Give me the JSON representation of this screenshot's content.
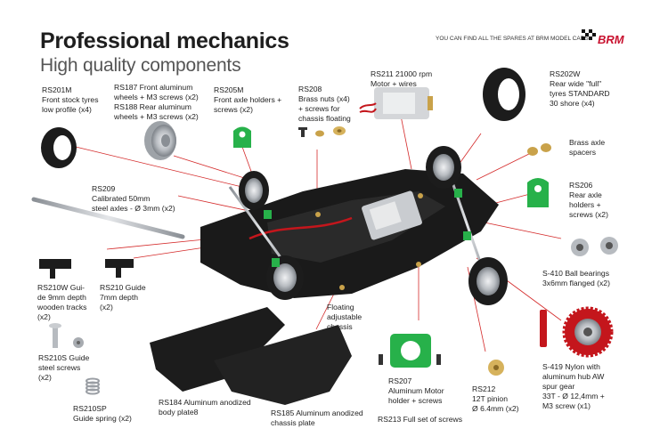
{
  "header": {
    "title": "Professional mechanics",
    "subtitle": "High quality components",
    "top_note": "YOU CAN FIND ALL THE SPARES AT BRM MODEL CARS",
    "logo_text": "BRM"
  },
  "labels": {
    "rs201m": "RS201M\nFront stock tyres\nlow profile (x4)",
    "rs187": "RS187 Front aluminum\nwheels + M3 screws (x2)\nRS188 Rear aluminum\nwheels + M3 screws (x2)",
    "rs205m": "RS205M\nFront axle holders +\nscrews (x2)",
    "rs208": "RS208\nBrass nuts (x4)\n+ screws for\nchassis floating",
    "rs211": "RS211 21000 rpm\nMotor + wires",
    "rs202w": "RS202W\nRear wide \"full\"\ntyres STANDARD\n30 shore (x4)",
    "brass_spacers": "Brass axle\nspacers",
    "rs209": "RS209\nCalibrated 50mm\nsteel axles - Ø 3mm (x2)",
    "rs206": "RS206\nRear axle\nholders +\nscrews (x2)",
    "s410": "S-410 Ball bearings\n3x6mm flanged (x2)",
    "rs210w": "RS210W Gui-\nde 9mm depth\nwooden tracks\n(x2)",
    "rs210": "RS210 Guide\n7mm depth\n(x2)",
    "floating": "Floating\nadjustable\nchassis",
    "rs210s": "RS210S Guide\nsteel screws\n(x2)",
    "s419": "S-419 Nylon with\naluminum hub AW\nspur gear\n33T - Ø 12,4mm +\nM3 screw (x1)",
    "rs207": "RS207\nAluminum Motor\nholder + screws",
    "rs212": "RS212\n12T pinion\nØ 6.4mm (x2)",
    "rs210sp": "RS210SP\nGuide spring (x2)",
    "rs184": "RS184 Aluminum anodized\nbody plate8",
    "rs185": "RS185 Aluminum anodized\nchassis plate",
    "rs213": "RS213 Full set of screws"
  },
  "colors": {
    "leader": "#d42a2a",
    "green_part": "#27b14a",
    "chassis": "#1a1a1a",
    "tyre": "#1c1c1c",
    "aluminum": "#c9ccd0",
    "brass": "#c9a24a"
  }
}
